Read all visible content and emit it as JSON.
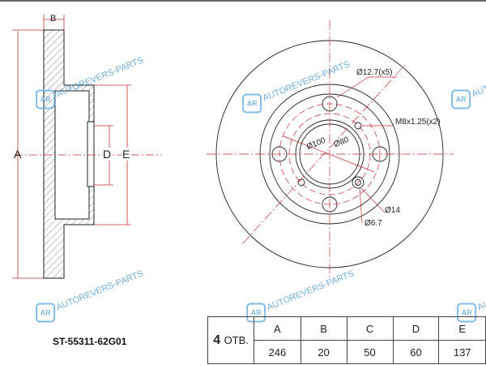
{
  "dimension_labels": {
    "A": "A",
    "B": "B",
    "D": "D",
    "E": "E"
  },
  "annotations": {
    "bolt_hole": "Ø12.7(x5)",
    "thread": "M8x1.25(x2)",
    "pcd": "Ø100",
    "center_bore": "Ø80",
    "hole_outer": "Ø14",
    "hole_inner": "Ø6.7"
  },
  "watermark": {
    "logo": "AR",
    "text": "AUTOREVERS-PARTS"
  },
  "part_number": "ST-55311-62G01",
  "table": {
    "holes_count": "4",
    "holes_label": "ОТВ.",
    "headers": [
      "A",
      "B",
      "C",
      "D",
      "E"
    ],
    "values": [
      "246",
      "20",
      "50",
      "60",
      "137"
    ]
  },
  "colors": {
    "dimension": "#c0303a",
    "line": "#222222",
    "watermark": "#5aa0d8"
  }
}
